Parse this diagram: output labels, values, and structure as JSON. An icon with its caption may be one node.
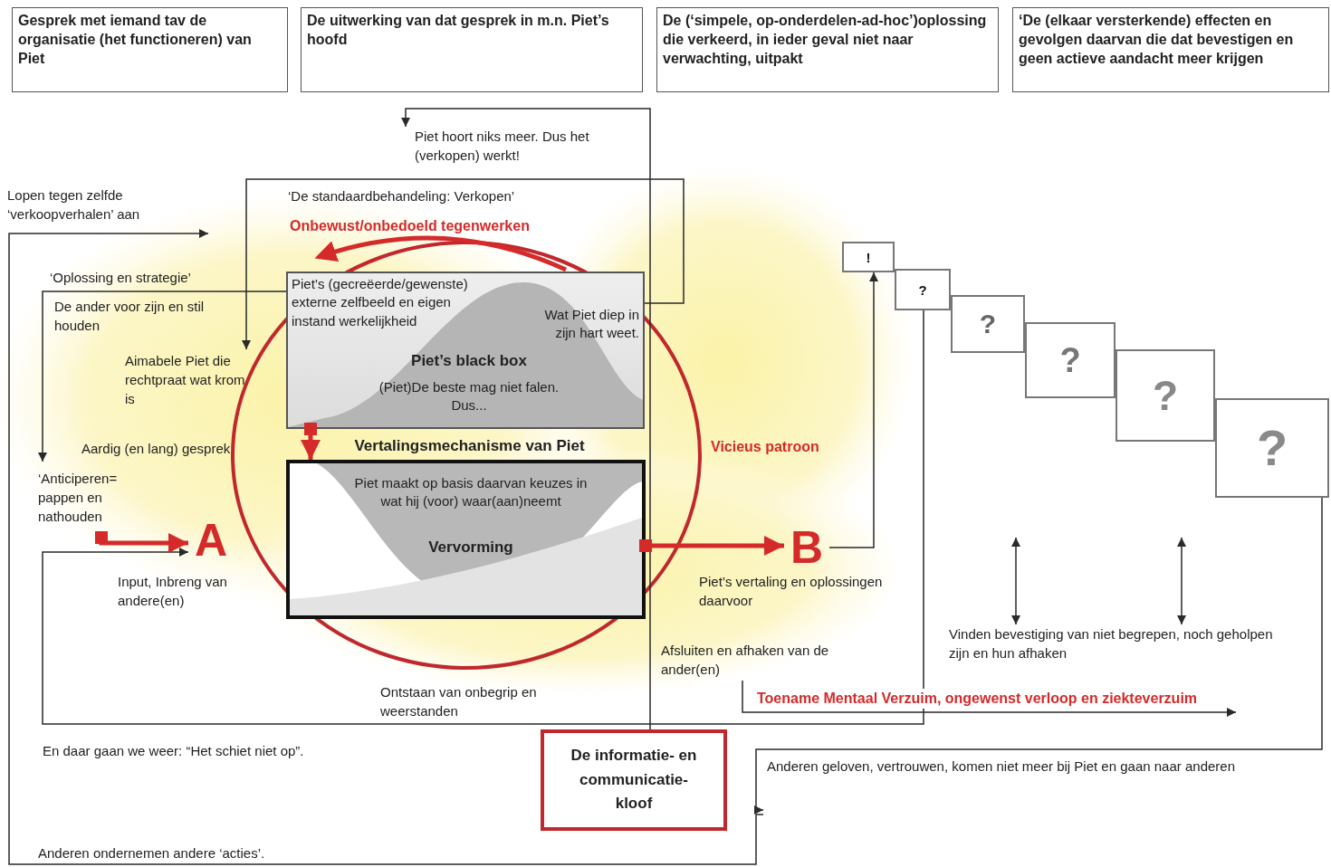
{
  "diagram": {
    "nodes": [
      {
        "text": [
          "Gesprek met iemand tav de organisatie (het functioneren) van Piet"
        ]
      },
      {
        "text": [
          "De uitwerking van dat gesprek in m.n. Piet’s hoofd"
        ]
      },
      {
        "text": [
          "De (‘simpele, op-onderdelen-ad-hoc’)oplossing die verkeerd, in ieder geval niet naar verwachting, uitpakt"
        ]
      },
      {
        "text": [
          "‘De (elkaar versterkende) effecten en gevolgen daarvan die dat bevestigen en geen actieve aandacht meer krijgen"
        ]
      },
      {
        "text": [
          "Piet’s (gecreëerde/gewenste) externe zelfbeeld en eigen instand werkelijkheid",
          "Wat Piet diep in zijn hart weet.",
          "Piet’s black box",
          "(Piet)De beste mag niet falen. Dus..."
        ]
      },
      {
        "text": [
          "Vertalingsmechanisme van Piet",
          "Piet maakt op basis daarvan keuzes in wat hij (voor) waar(aan)neemt",
          "Vervorming"
        ]
      },
      {
        "text": [
          "A"
        ]
      },
      {
        "text": [
          "B"
        ]
      },
      {
        "text": [
          "De informatie- en communicatie- kloof"
        ]
      },
      {
        "text": [
          "!"
        ]
      },
      {
        "text": [
          "?"
        ]
      },
      {
        "text": [
          "?"
        ]
      },
      {
        "text": [
          "?"
        ]
      },
      {
        "text": [
          "?"
        ]
      },
      {
        "text": [
          "?"
        ]
      },
      {
        "text": [
          "Piet hoort niks meer. Dus het (verkopen) werkt!"
        ]
      },
      {
        "text": [
          "Aimabele Piet die rechtpraat wat krom is"
        ]
      },
      {
        "text": [
          "‘Anticiperen= pappen en nathouden"
        ]
      },
      {
        "text": [
          "Afsluiten en afhaken van de ander(en)"
        ]
      },
      {
        "text": [
          "Vinden bevestiging van niet begrepen, noch geholpen zijn en hun afhaken"
        ]
      },
      {
        "text": [
          "Anderen geloven, vertrouwen, komen niet meer bij Piet en gaan naar anderen"
        ]
      }
    ],
    "edges": [
      {
        "from": 17,
        "to": 6,
        "arrow": "to",
        "style": "thick",
        "color": "#d42a2a"
      },
      {
        "from": 5,
        "to": 7,
        "arrow": "to",
        "style": "thick",
        "color": "#d42a2a"
      },
      {
        "from": 4,
        "to": 5,
        "arrow": "to",
        "style": "thick",
        "color": "#d42a2a"
      },
      {
        "from": 7,
        "to": 9,
        "arrow": "to"
      },
      {
        "from": 8,
        "to": 15,
        "arrow": "to"
      },
      {
        "from": 4,
        "to": 16,
        "arrow": "to",
        "label": "‘De standaardbehandeling: Verkopen’"
      },
      {
        "from": 4,
        "to": 17,
        "arrow": "to",
        "label": "‘Oplossing en strategie’"
      },
      {
        "from": 10,
        "to": 6,
        "arrow": "to"
      },
      {
        "from": 18,
        "to": null,
        "arrow": "to",
        "label": "Toename Mentaal Verzuim, ongewenst verloop en ziekteverzuim"
      },
      {
        "from": 14,
        "to": 20,
        "arrow": "to"
      },
      {
        "from": 20,
        "to": null,
        "arrow": "to",
        "label": "Anderen ondernemen andere ‘acties’."
      },
      {
        "from": null,
        "to": 19,
        "arrow": "both"
      },
      {
        "from": null,
        "to": 19,
        "arrow": "both"
      }
    ],
    "labels": [
      "Lopen tegen zelfde ‘verkoopverhalen’ aan",
      "Onbewust/onbedoeld tegenwerken",
      "De ander voor zijn en stil houden",
      "Aardig (en lang) gesprek",
      "Vicieus patroon",
      "Input, Inbreng van andere(en)",
      "Piet’s vertaling en oplossingen daarvoor",
      "Ontstaan van onbegrip en weerstanden",
      "En daar gaan we weer: “Het schiet niet op”."
    ]
  }
}
